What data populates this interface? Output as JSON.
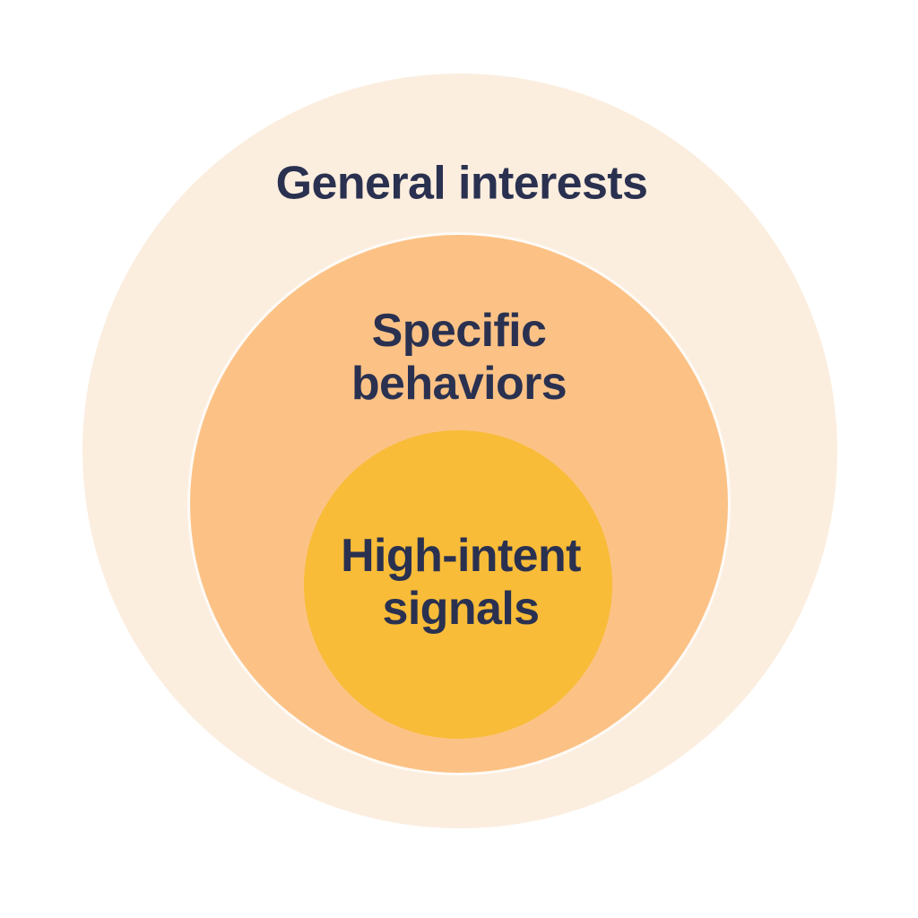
{
  "diagram": {
    "type": "concentric-circles",
    "background_color": "#FFFFFF",
    "text_color": "#2A3150",
    "levels": [
      {
        "id": "general-interests",
        "label_lines": [
          "General interests"
        ],
        "color": "#FCEEDF"
      },
      {
        "id": "specific-behaviors",
        "label_lines": [
          "Specific",
          "behaviors"
        ],
        "color": "#FCC285"
      },
      {
        "id": "high-intent-signals",
        "label_lines": [
          "High-intent",
          "signals"
        ],
        "color": "#F8BC38"
      }
    ]
  }
}
